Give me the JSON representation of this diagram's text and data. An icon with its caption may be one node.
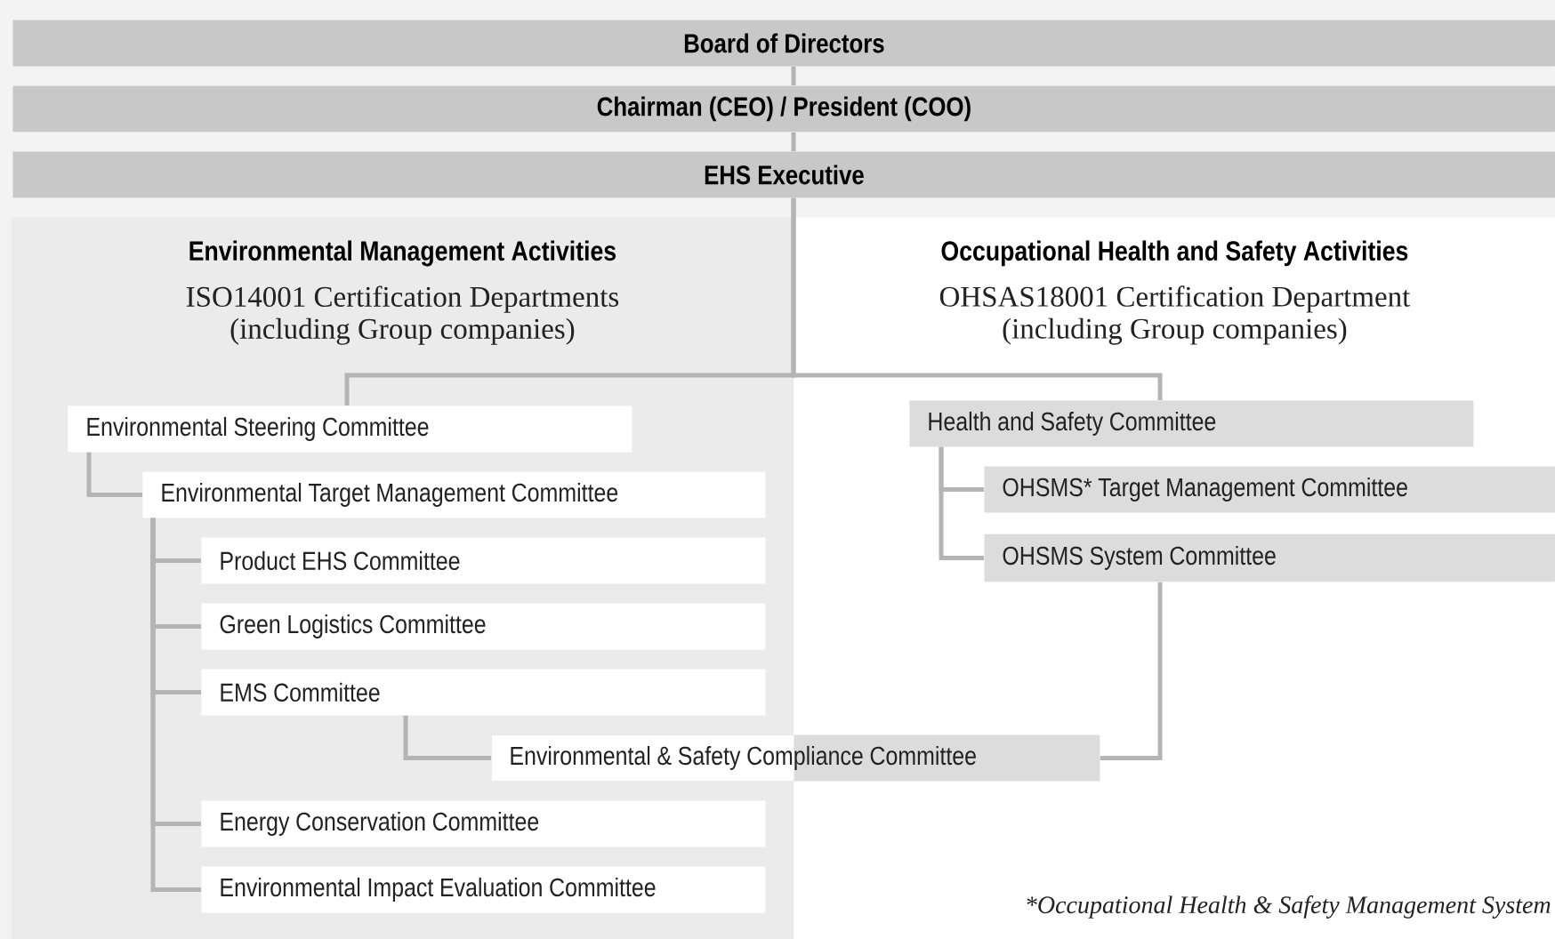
{
  "diagram": {
    "nodes": [
      {
        "text": [
          "Board of Directors"
        ]
      },
      {
        "text": [
          "Chairman (CEO) / President (COO)"
        ]
      },
      {
        "text": [
          "EHS Executive"
        ]
      },
      {
        "text": [
          "Environmental Management Activities",
          "ISO14001 Certification Departments (including Group companies)"
        ]
      },
      {
        "text": [
          "Occupational Health and Safety Activities",
          "OHSAS18001 Certification Department (including Group companies)"
        ]
      },
      {
        "text": [
          "Environmental Steering Committee"
        ],
        "in": 3
      },
      {
        "text": [
          "Environmental Target Management Committee"
        ],
        "in": 3
      },
      {
        "text": [
          "Product EHS Committee"
        ],
        "in": 3
      },
      {
        "text": [
          "Green Logistics Committee"
        ],
        "in": 3
      },
      {
        "text": [
          "EMS Committee"
        ],
        "in": 3
      },
      {
        "text": [
          "Environmental & Safety Compliance Committee"
        ]
      },
      {
        "text": [
          "Energy Conservation Committee"
        ],
        "in": 3
      },
      {
        "text": [
          "Environmental Impact Evaluation Committee"
        ],
        "in": 3
      },
      {
        "text": [
          "Health and Safety Committee"
        ],
        "in": 4
      },
      {
        "text": [
          "OHSMS* Target Management Committee"
        ],
        "in": 4
      },
      {
        "text": [
          "OHSMS System Committee"
        ],
        "in": 4
      }
    ],
    "edges": [
      {
        "from": 0,
        "to": 1,
        "arrow": "none"
      },
      {
        "from": 1,
        "to": 2,
        "arrow": "none"
      },
      {
        "from": 2,
        "to": 5,
        "arrow": "none"
      },
      {
        "from": 2,
        "to": 13,
        "arrow": "none"
      },
      {
        "from": 5,
        "to": 6,
        "arrow": "none"
      },
      {
        "from": 6,
        "to": 7,
        "arrow": "none"
      },
      {
        "from": 6,
        "to": 8,
        "arrow": "none"
      },
      {
        "from": 6,
        "to": 9,
        "arrow": "none"
      },
      {
        "from": 6,
        "to": 11,
        "arrow": "none"
      },
      {
        "from": 6,
        "to": 12,
        "arrow": "none"
      },
      {
        "from": 9,
        "to": 10,
        "arrow": "none"
      },
      {
        "from": 15,
        "to": 10,
        "arrow": "none"
      },
      {
        "from": 13,
        "to": 14,
        "arrow": "none"
      },
      {
        "from": 13,
        "to": 15,
        "arrow": "none"
      }
    ],
    "labels": [
      "*Occupational Health & Safety Management System"
    ]
  }
}
